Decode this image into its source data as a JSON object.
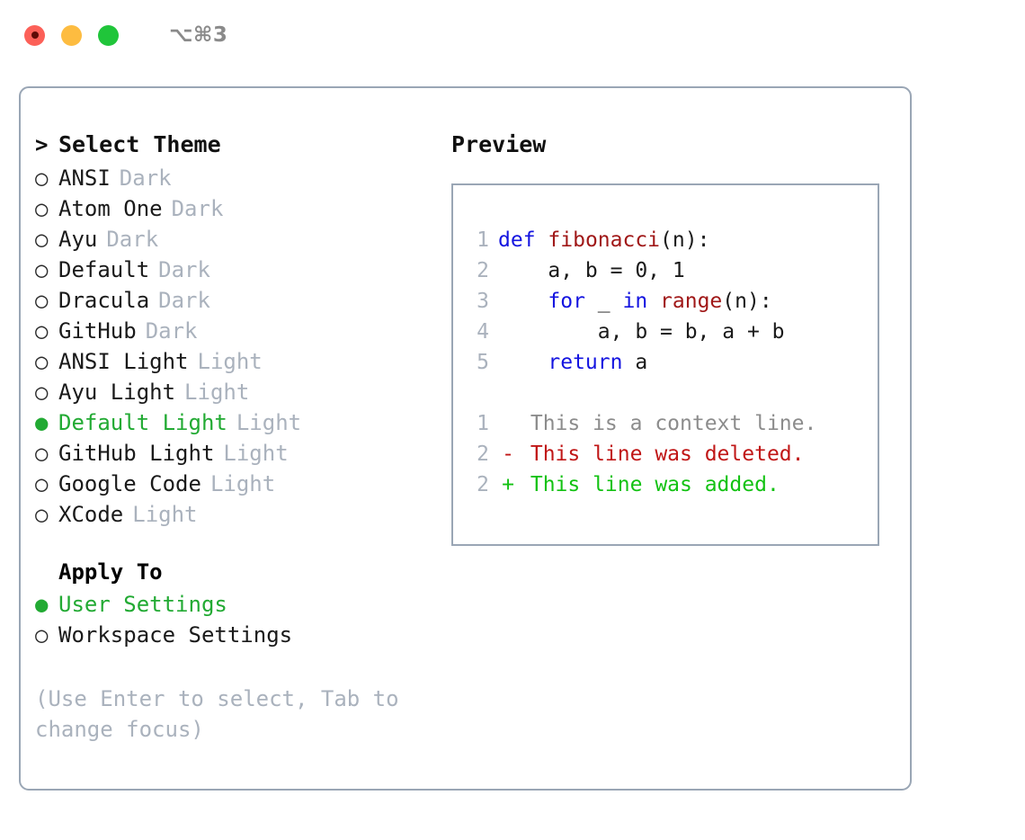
{
  "titlebar": {
    "shortcut": "⌥⌘3",
    "lights": [
      "close-red",
      "minimize-yellow",
      "maximize-green"
    ]
  },
  "theme_picker": {
    "header_marker": ">",
    "header_label": "Select Theme",
    "items": [
      {
        "marker": "○",
        "label": "ANSI",
        "tag": "Dark",
        "selected": false
      },
      {
        "marker": "○",
        "label": "Atom One",
        "tag": "Dark",
        "selected": false
      },
      {
        "marker": "○",
        "label": "Ayu",
        "tag": "Dark",
        "selected": false
      },
      {
        "marker": "○",
        "label": "Default",
        "tag": "Dark",
        "selected": false
      },
      {
        "marker": "○",
        "label": "Dracula",
        "tag": "Dark",
        "selected": false
      },
      {
        "marker": "○",
        "label": "GitHub",
        "tag": "Dark",
        "selected": false
      },
      {
        "marker": "○",
        "label": "ANSI Light",
        "tag": "Light",
        "selected": false
      },
      {
        "marker": "○",
        "label": "Ayu Light",
        "tag": "Light",
        "selected": false
      },
      {
        "marker": "●",
        "label": "Default Light",
        "tag": "Light",
        "selected": true
      },
      {
        "marker": "○",
        "label": "GitHub Light",
        "tag": "Light",
        "selected": false
      },
      {
        "marker": "○",
        "label": "Google Code",
        "tag": "Light",
        "selected": false
      },
      {
        "marker": "○",
        "label": "XCode",
        "tag": "Light",
        "selected": false
      }
    ]
  },
  "apply_to": {
    "header": "Apply To",
    "options": [
      {
        "marker": "●",
        "label": "User Settings",
        "selected": true
      },
      {
        "marker": "○",
        "label": "Workspace Settings",
        "selected": false
      }
    ]
  },
  "hint": "(Use Enter to select, Tab to change focus)",
  "preview": {
    "title": "Preview",
    "code_lines": [
      {
        "no": "1",
        "indent": "",
        "kw": "def",
        "mid": " ",
        "fn": "fibonacci",
        "rest": "(n):"
      },
      {
        "no": "2",
        "text": "    a, b = 0, 1"
      },
      {
        "no": "3",
        "indent": "    ",
        "kw": "for",
        "mid": " _ ",
        "kw2": "in",
        "mid2": " ",
        "fn": "range",
        "rest": "(n):"
      },
      {
        "no": "4",
        "text": "        a, b = b, a + b"
      },
      {
        "no": "5",
        "indent": "    ",
        "kw": "return",
        "rest": " a"
      }
    ],
    "diff_lines": [
      {
        "no": "1",
        "mark": " ",
        "text": "This is a context line.",
        "kind": "context"
      },
      {
        "no": "2",
        "mark": "-",
        "text": "This line was deleted.",
        "kind": "deleted"
      },
      {
        "no": "2",
        "mark": "+",
        "text": "This line was added.",
        "kind": "added"
      }
    ]
  },
  "colors": {
    "accent_green": "#22aa33",
    "muted_gray": "#aab2bd",
    "border": "#9aa6b5",
    "keyword_blue": "#1414e0",
    "function_red": "#a01818",
    "diff_added": "#13c213",
    "diff_deleted": "#c01616",
    "light_red": "#fc6058",
    "light_yellow": "#fdbc40",
    "light_green": "#20c53a"
  }
}
